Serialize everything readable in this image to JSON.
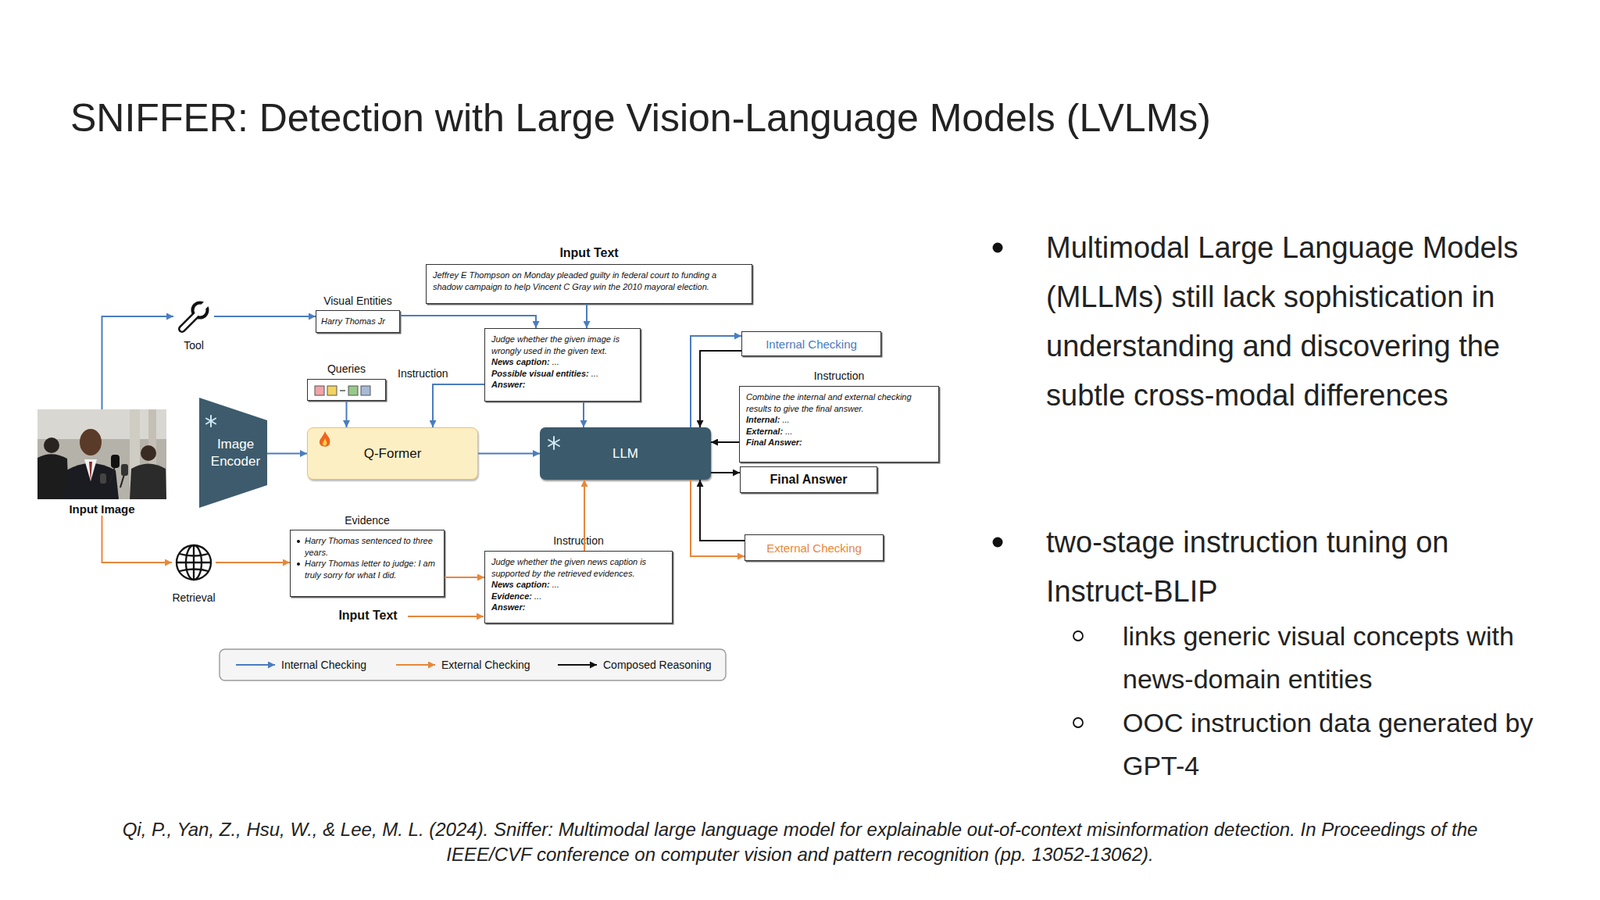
{
  "diagram": {
    "title": "SNIFFER: Detection with Large Vision-Language Models (LVLMs)",
    "caption": "Qi, P., Yan, Z., Hsu, W., & Lee, M. L. (2024). Sniffer: Multimodal large language model for explainable out-of-context misinformation detection. In Proceedings of the IEEE/CVF conference on computer vision and pattern recognition (pp. 13052-13062).",
    "nodes": [
      {
        "text": [
          "Input Text",
          "Jeffrey E Thompson on Monday pleaded guilty in federal court to funding a shadow campaign to help Vincent C Gray win the 2010 mayoral election."
        ]
      },
      {
        "text": [
          "Tool"
        ]
      },
      {
        "text": [
          "Visual Entities",
          "Harry Thomas Jr"
        ]
      },
      {
        "text": [
          "Instruction",
          "Judge whether the given image is wrongly used in the given text.",
          "News caption: ...",
          "Possible visual entities: ...",
          "Answer:"
        ]
      },
      {
        "text": [
          "Internal Checking"
        ]
      },
      {
        "text": [
          "Instruction",
          "Combine the internal and external checking results to give the final answer.",
          "Internal: ...",
          "External: ...",
          "Final Answer:"
        ]
      },
      {
        "text": [
          "Queries"
        ]
      },
      {
        "text": [
          "Input Image"
        ]
      },
      {
        "text": [
          "Image Encoder"
        ]
      },
      {
        "text": [
          "Q-Former"
        ]
      },
      {
        "text": [
          "LLM"
        ]
      },
      {
        "text": [
          "Final Answer"
        ]
      },
      {
        "text": [
          "Evidence",
          "Harry Thomas sentenced to three years.",
          "Harry Thomas letter to judge: I am truly sorry for what I did."
        ]
      },
      {
        "text": [
          "Instruction",
          "Judge whether the given news caption is supported by the retrieved evidences.",
          "News caption: ...",
          "Evidence: ...",
          "Answer:"
        ]
      },
      {
        "text": [
          "External Checking"
        ]
      },
      {
        "text": [
          "Retrieval"
        ]
      }
    ],
    "edges": [
      {
        "from": 7,
        "to": 1,
        "arrow": "to"
      },
      {
        "from": 1,
        "to": 2,
        "arrow": "to"
      },
      {
        "from": 2,
        "to": 3,
        "arrow": "to"
      },
      {
        "from": 0,
        "to": 3,
        "arrow": "to"
      },
      {
        "from": 6,
        "to": 9,
        "arrow": "to"
      },
      {
        "from": 3,
        "to": 9,
        "arrow": "to"
      },
      {
        "from": 3,
        "to": 10,
        "arrow": "to"
      },
      {
        "from": 8,
        "to": 9,
        "arrow": "to"
      },
      {
        "from": 9,
        "to": 10,
        "arrow": "to"
      },
      {
        "from": 10,
        "to": 4,
        "arrow": "to"
      },
      {
        "from": 4,
        "to": 10,
        "arrow": "to"
      },
      {
        "from": 5,
        "to": 10,
        "arrow": "to"
      },
      {
        "from": 10,
        "to": 11,
        "arrow": "to"
      },
      {
        "from": 14,
        "to": 10,
        "arrow": "to"
      },
      {
        "from": 10,
        "to": 14,
        "arrow": "to"
      },
      {
        "from": 7,
        "to": 15,
        "arrow": "to"
      },
      {
        "from": 15,
        "to": 12,
        "arrow": "to"
      },
      {
        "from": 12,
        "to": 13,
        "arrow": "to"
      },
      {
        "from": 13,
        "to": 10,
        "arrow": "to"
      }
    ],
    "labels": [
      "Input Text",
      "Multimodal Large Language Models (MLLMs) still lack sophistication in understanding and discovering the subtle cross-modal differences",
      "two-stage instruction tuning on Instruct-BLIP",
      "links generic visual concepts with news-domain entities",
      "OOC instruction data generated by GPT-4"
    ],
    "legend": [
      {
        "text": "Internal Checking"
      },
      {
        "text": "External Checking"
      },
      {
        "text": "Composed Reasoning"
      }
    ]
  }
}
